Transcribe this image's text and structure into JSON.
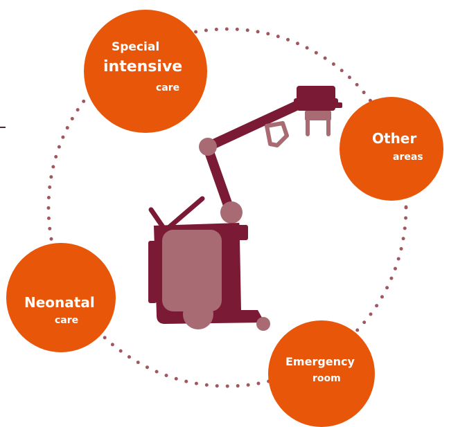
{
  "colors": {
    "bubble": "#e8560a",
    "machine_dark": "#7a1a35",
    "machine_light": "#a96b73",
    "dots": "#a2565f"
  },
  "bubbles": {
    "special_intensive_care": {
      "line1": "Special",
      "line2": "intensive",
      "line3": "care"
    },
    "other_areas": {
      "line1": "Other",
      "line2": "areas"
    },
    "neonatal_care": {
      "line1": "Neonatal",
      "line2": "care"
    },
    "emergency_room": {
      "line1": "Emergency",
      "line2": "room"
    }
  },
  "icons": {
    "center": "mobile-xray-machine-icon"
  }
}
